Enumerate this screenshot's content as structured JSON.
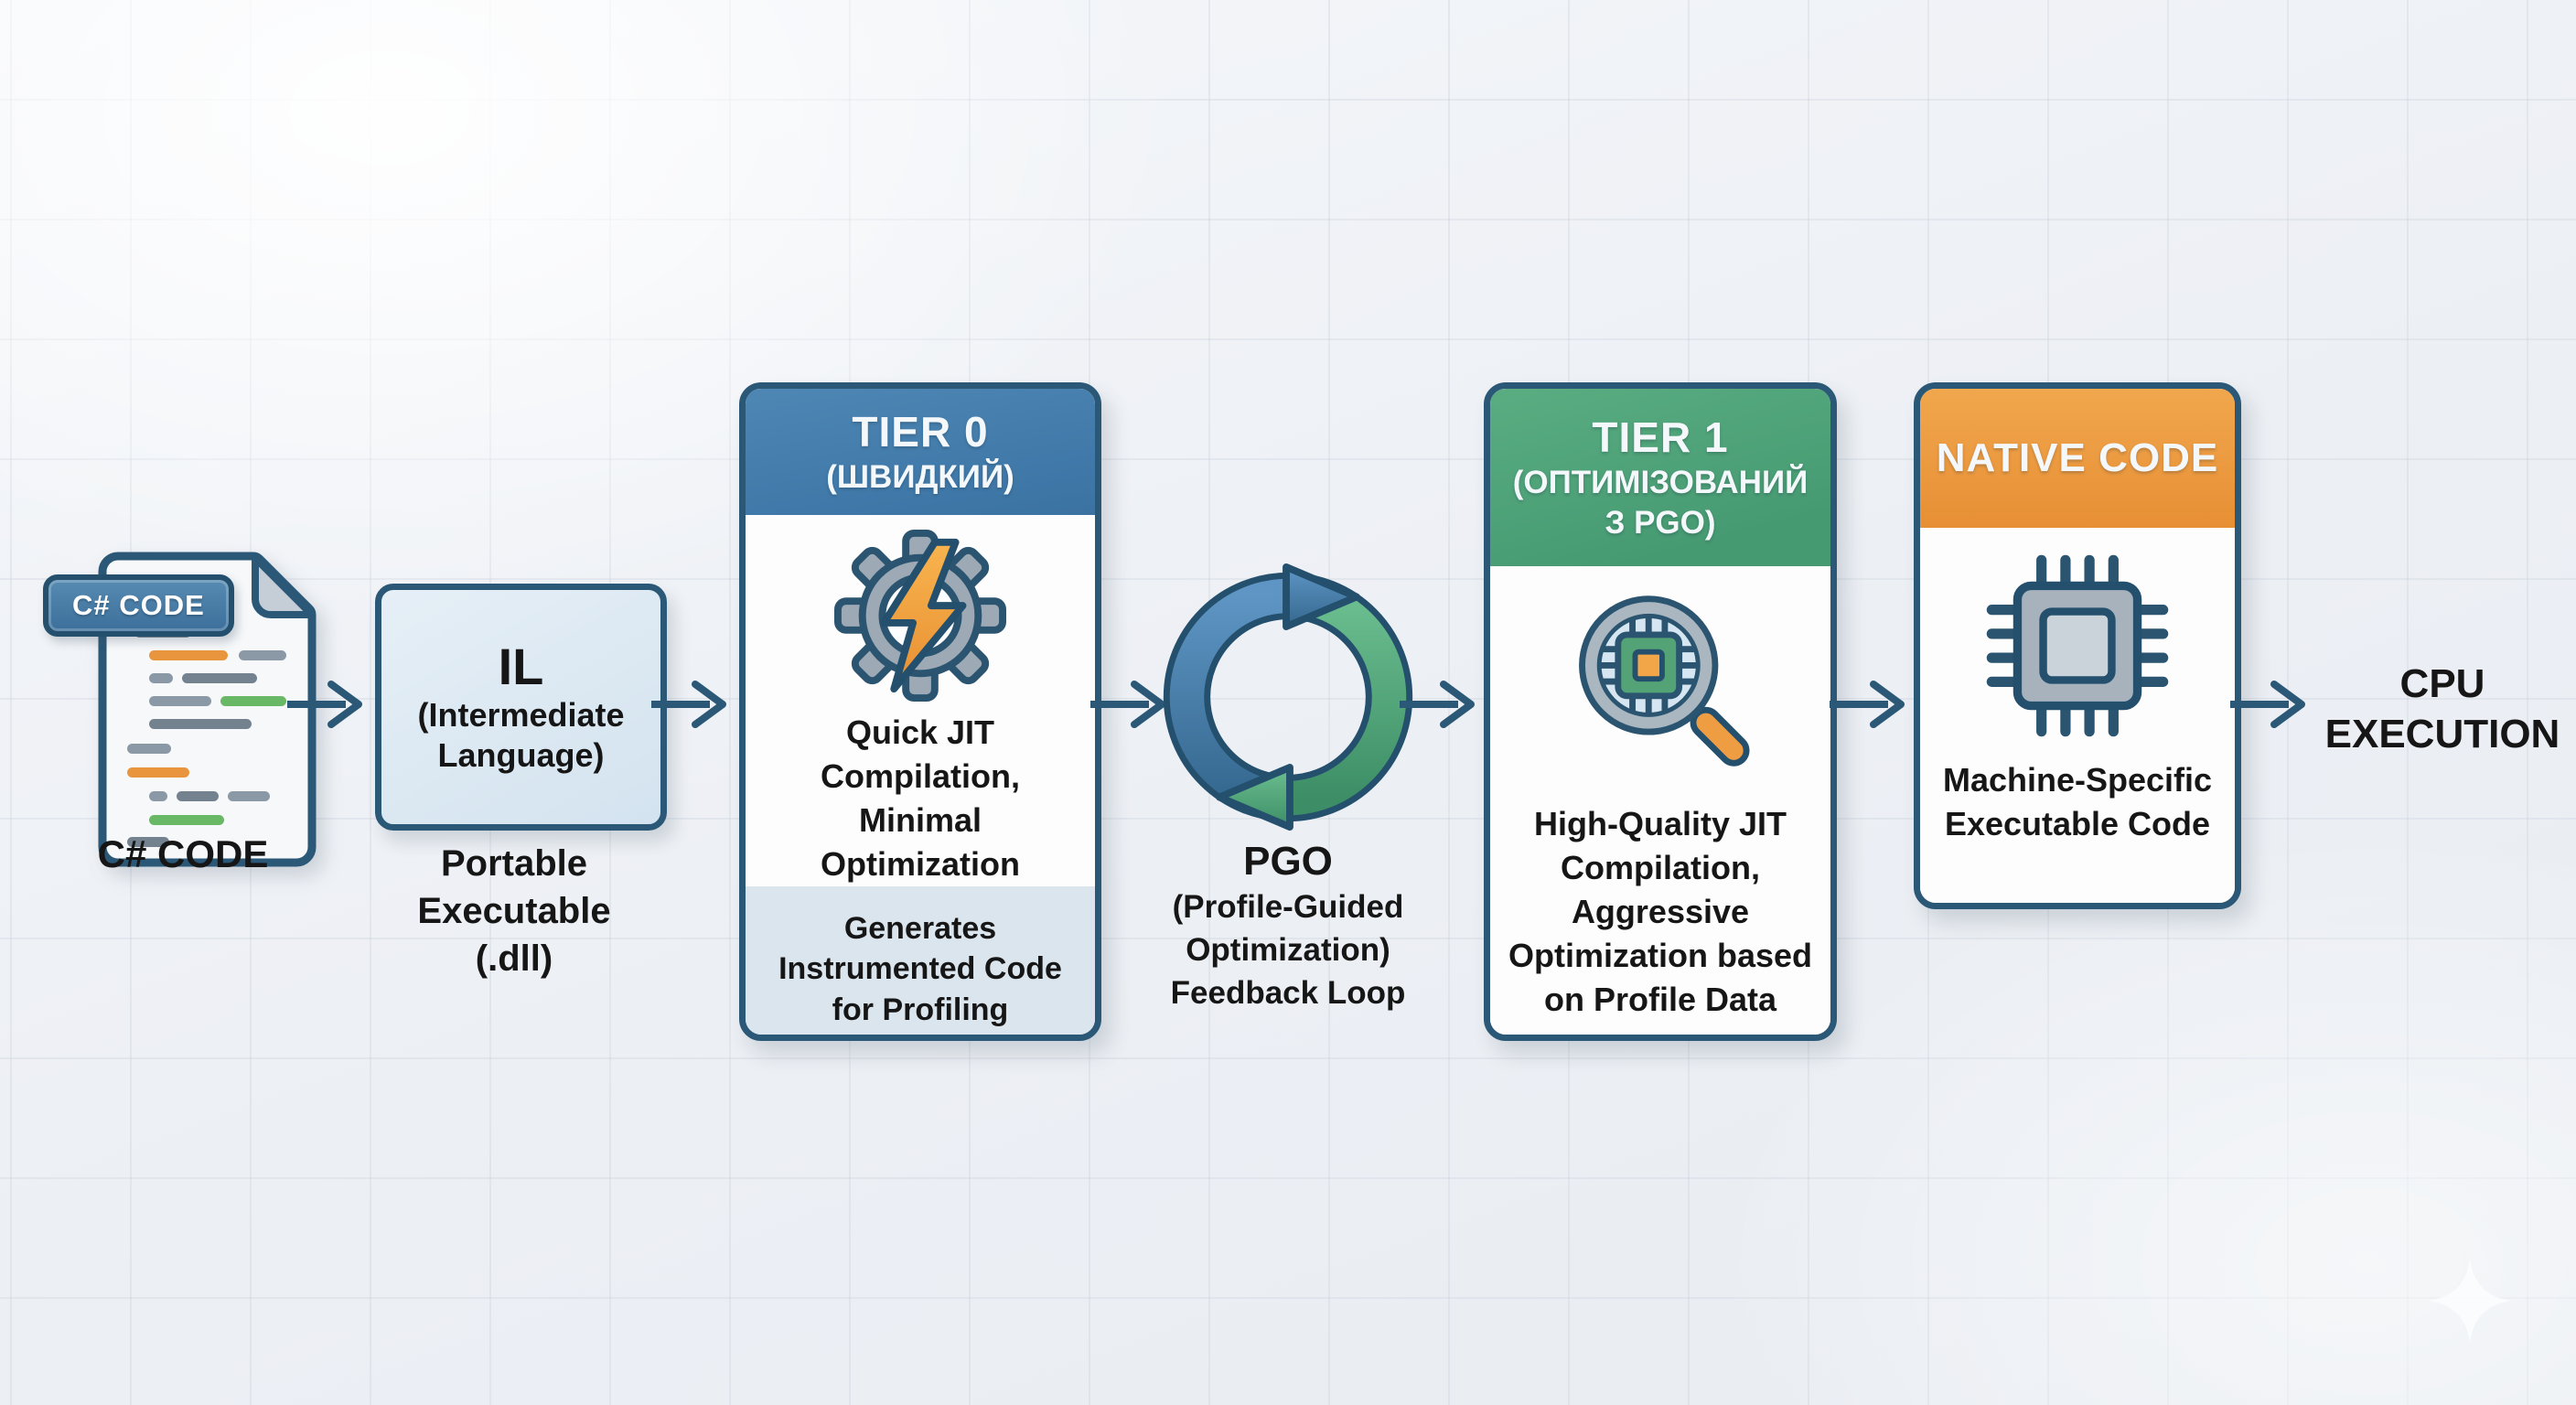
{
  "diagram_type": "flowchart",
  "language_note": "mixed English / Ukrainian labels",
  "accents": {
    "outline_dark_blue": "#2b5877",
    "tier0_header_blue": "#4680ad",
    "tier1_header_green": "#4c9f76",
    "native_header_orange": "#ec9a40",
    "il_fill_light_blue": "#d9e7f2",
    "tier0_footer_fill": "#dbe5ed",
    "code_line_orange": "#e9953e",
    "code_line_green": "#69b865",
    "code_line_gray": "#74828f",
    "cycle_blue": "#4a81b1",
    "cycle_green": "#57aa7d"
  },
  "nodes": {
    "csharp": {
      "badge": "C# CODE",
      "label": "C# CODE"
    },
    "il": {
      "title": "IL",
      "subtitle": "(Intermediate Language)",
      "caption": "Portable Executable (.dll)"
    },
    "tier0": {
      "title": "TIER 0",
      "subtitle": "(ШВИДКИЙ)",
      "body": "Quick JIT Compilation, Minimal Optimization",
      "footer": "Generates Instrumented Code for Profiling"
    },
    "pgo": {
      "title": "PGO",
      "subtitle": "(Profile-Guided Optimization) Feedback Loop"
    },
    "tier1": {
      "title": "TIER 1",
      "subtitle": "(ОПТИМІЗОВАНИЙ З PGO)",
      "body": "High-Quality JIT Compilation, Aggressive Optimization based on Profile Data"
    },
    "native": {
      "title": "NATIVE CODE",
      "body": "Machine-Specific Executable Code"
    },
    "cpu": {
      "label": "CPU EXECUTION"
    }
  }
}
